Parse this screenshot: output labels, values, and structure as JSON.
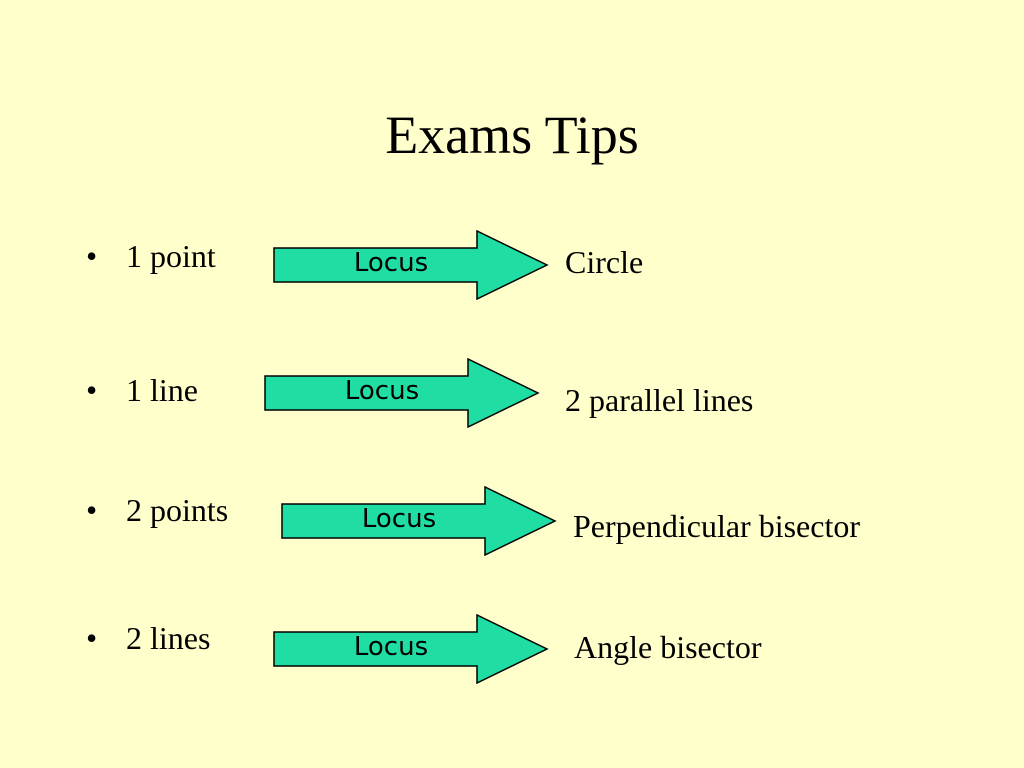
{
  "slide": {
    "title": "Exams Tips",
    "bullet_symbol": "•",
    "arrow_color": "#1fdda3",
    "background_color": "#ffffcc",
    "rows": [
      {
        "label": "1 point",
        "arrow_label": "Locus",
        "result": "Circle"
      },
      {
        "label": "1 line",
        "arrow_label": "Locus",
        "result": "2 parallel lines"
      },
      {
        "label": "2 points",
        "arrow_label": "Locus",
        "result": "Perpendicular bisector"
      },
      {
        "label": "2 lines",
        "arrow_label": "Locus",
        "result": "Angle bisector"
      }
    ]
  }
}
